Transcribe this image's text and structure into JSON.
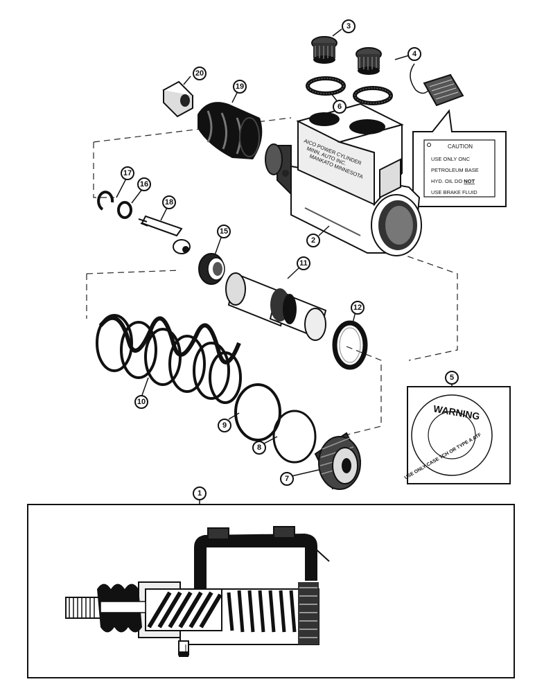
{
  "callouts": {
    "c1": "1",
    "c2": "2",
    "c3": "3",
    "c4": "4",
    "c5": "5",
    "c6": "6",
    "c7": "7",
    "c8": "8",
    "c9": "9",
    "c10": "10",
    "c11": "11",
    "c12": "12",
    "c15": "15",
    "c16": "16",
    "c17": "17",
    "c18": "18",
    "c19": "19",
    "c20": "20"
  },
  "caution_tag": {
    "title": "CAUTION",
    "line1": "USE ONLY ONC",
    "line2": "PETROLEUM BASE",
    "line3a": "HYD. OIL DO ",
    "line3b": "NOT",
    "line4": "USE BRAKE FLUID"
  },
  "warning_decal": {
    "title": "WARNING",
    "text": "USE ONLY CASE TCH OR TYPE A ATF"
  },
  "cylinder_casting": {
    "line1": "AICO POWER CYLINDER",
    "line2": "MINN. AUTO INC.",
    "line3": "MANKATO MINNESOTA"
  },
  "colors": {
    "ink": "#111111",
    "paper": "#ffffff"
  }
}
